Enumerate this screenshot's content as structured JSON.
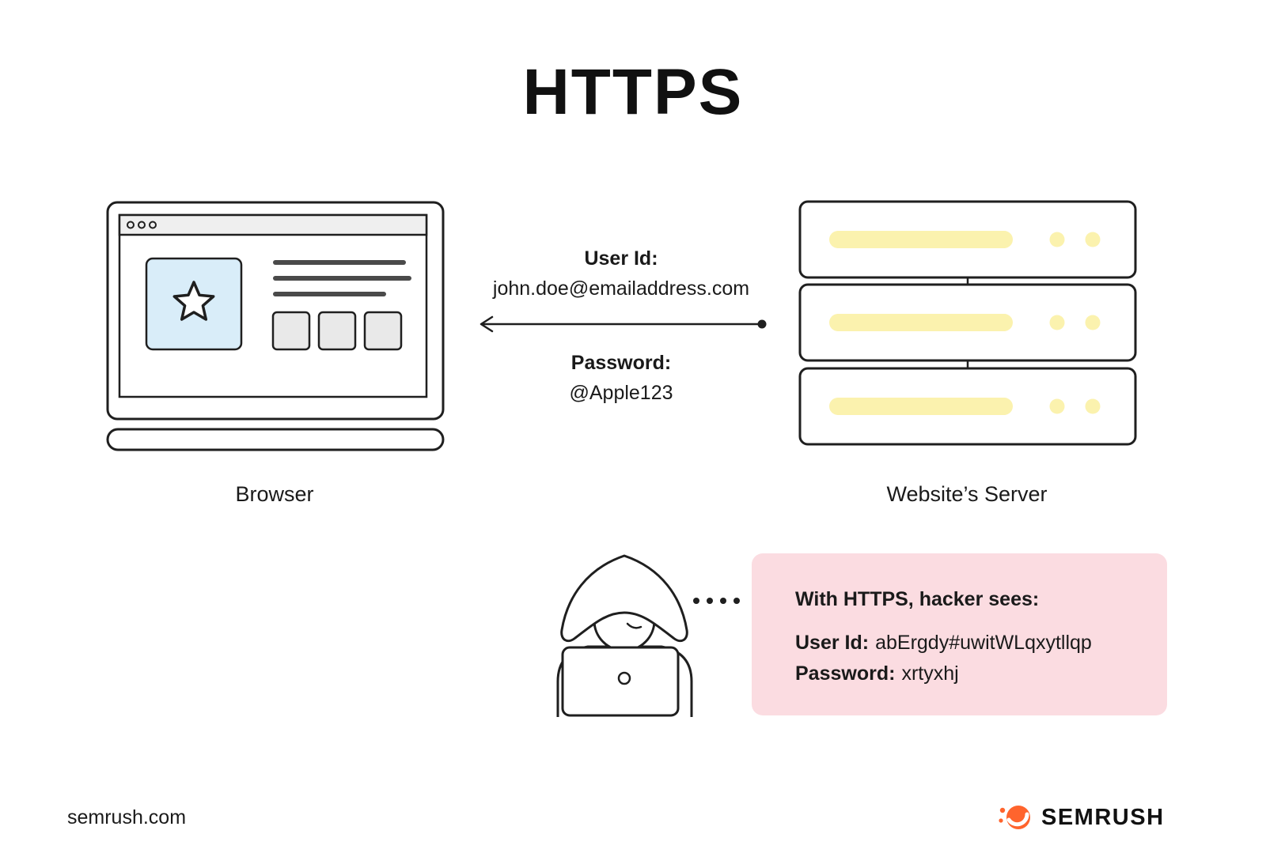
{
  "title": "HTTPS",
  "browser": {
    "label": "Browser"
  },
  "server": {
    "label": "Website’s Server"
  },
  "message": {
    "user_id_label": "User Id:",
    "user_id_value": "john.doe@emailaddress.com",
    "password_label": "Password:",
    "password_value": "@Apple123"
  },
  "hacker_panel": {
    "heading": "With HTTPS, hacker sees:",
    "user_id_label": "User Id:",
    "user_id_value": "abErgdy#uwitWLqxytllqp",
    "password_label": "Password:",
    "password_value": "xrtyxhj"
  },
  "footer": {
    "website": "semrush.com",
    "brand": "SEMRUSH"
  },
  "colors": {
    "ink": "#1f1f1f",
    "accent_yellow": "#fbf2ae",
    "accent_blue": "#d9edf9",
    "accent_pink": "#fbdce1",
    "brand_orange": "#ff642d"
  },
  "icons": [
    "browser-window-icon",
    "star-icon",
    "server-icon",
    "arrow-left-icon",
    "hacker-icon",
    "dotted-trail-icon",
    "semrush-logo-icon"
  ]
}
